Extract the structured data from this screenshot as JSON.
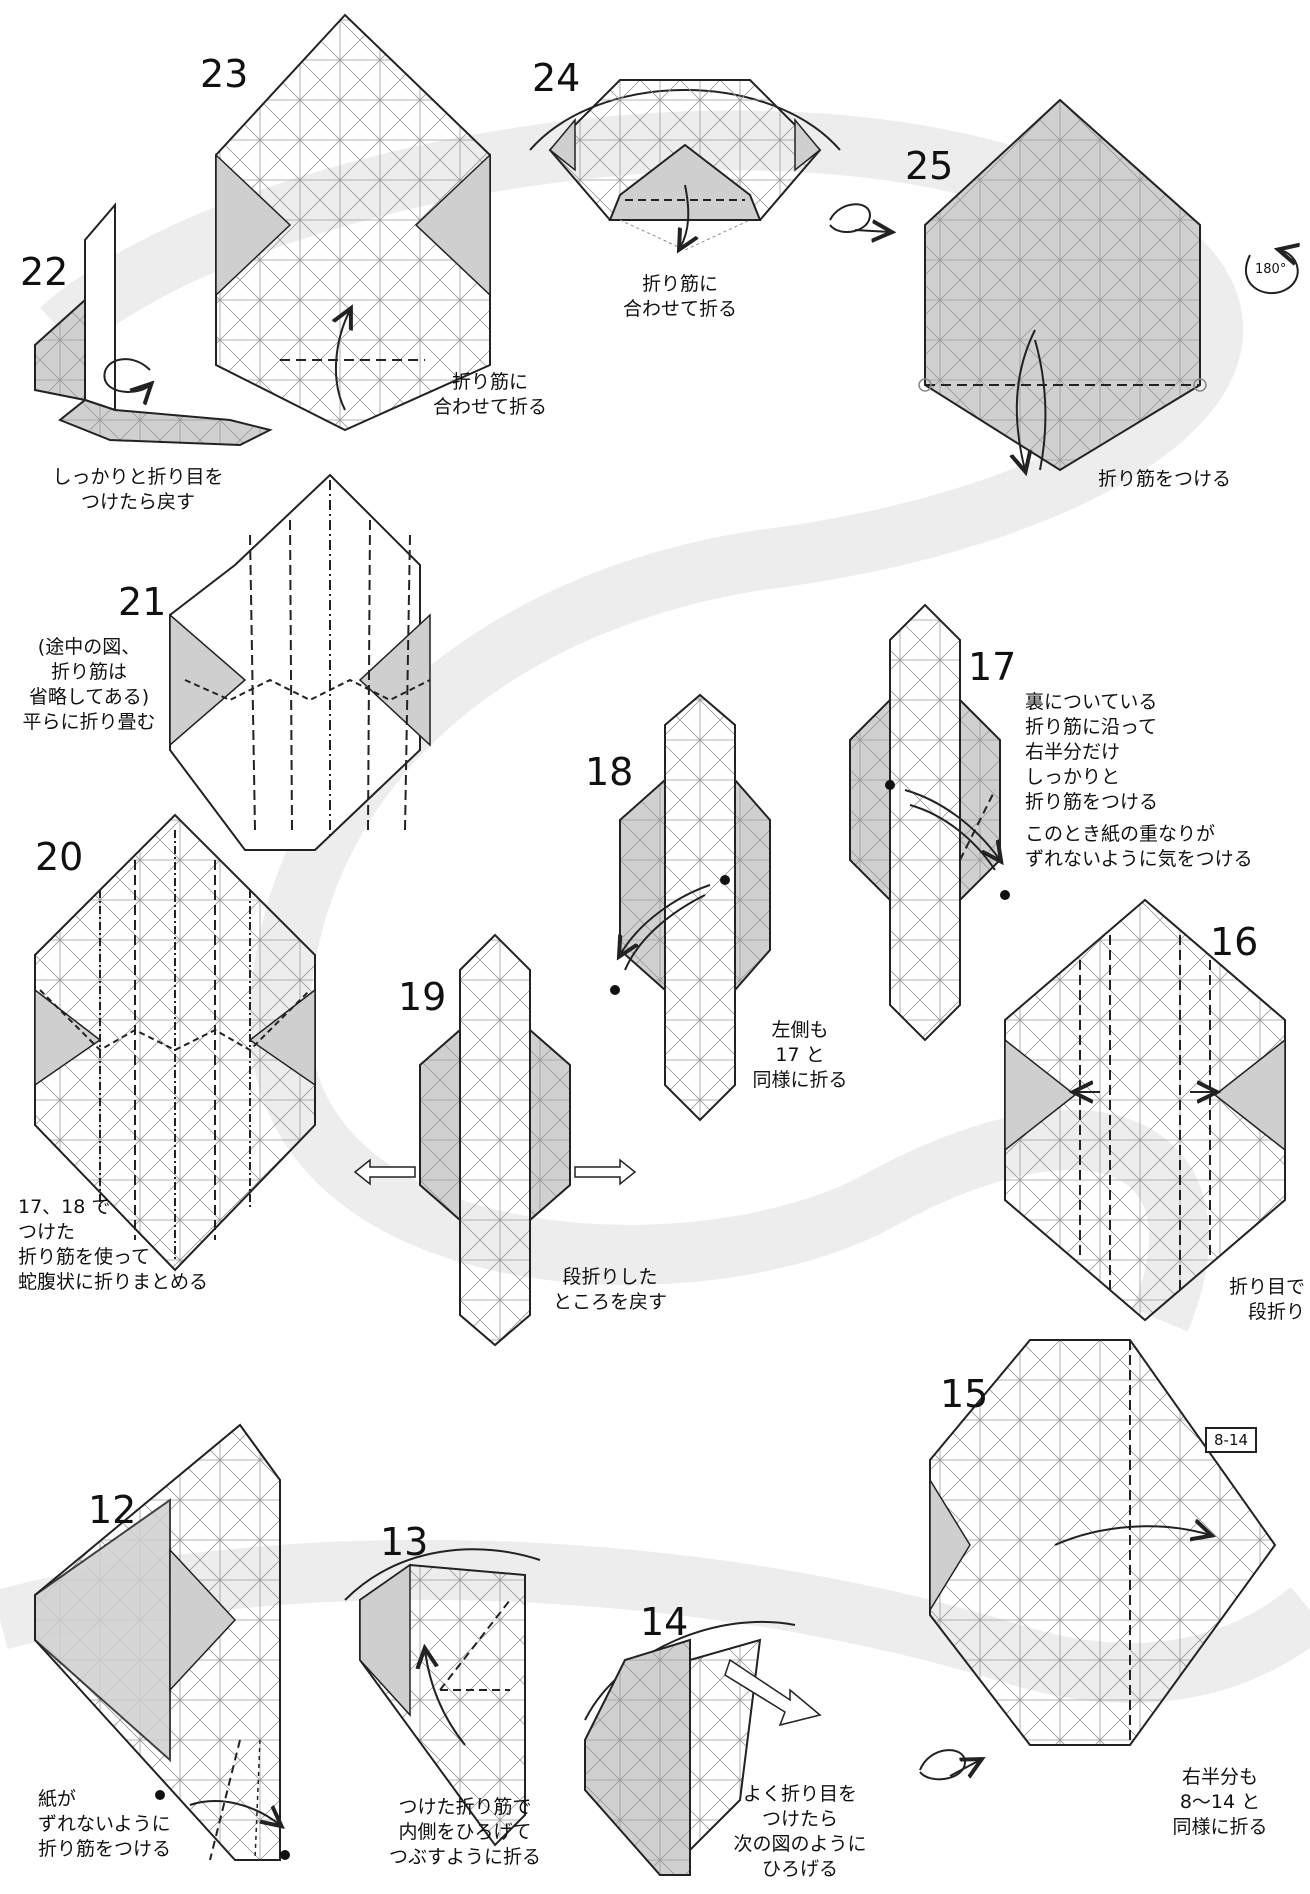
{
  "steps": [
    {
      "num": "22",
      "caption": "しっかりと折り目を\nつけたら戻す"
    },
    {
      "num": "23",
      "caption": "折り筋に\n合わせて折る"
    },
    {
      "num": "24",
      "caption": "折り筋に\n合わせて折る"
    },
    {
      "num": "25",
      "caption": "折り筋をつける",
      "rotate_label": "180°"
    },
    {
      "num": "21",
      "caption": "(途中の図、\n折り筋は\n省略してある)\n平らに折り畳む"
    },
    {
      "num": "20",
      "caption": "17、18 で\nつけた\n折り筋を使って\n蛇腹状に折りまとめる"
    },
    {
      "num": "19",
      "caption": "段折りした\nところを戻す"
    },
    {
      "num": "18",
      "caption": "左側も\n17 と\n同様に折る"
    },
    {
      "num": "17",
      "caption": "裏についている\n折り筋に沿って\n右半分だけ\nしっかりと\n折り筋をつける",
      "note": "このとき紙の重なりが\nずれないように気をつける"
    },
    {
      "num": "16",
      "caption": "折り目で\n段折り"
    },
    {
      "num": "15",
      "caption": "右半分も\n8〜14 と\n同様に折る",
      "ref": "8-14"
    },
    {
      "num": "12",
      "caption": "紙が\nずれないように\n折り筋をつける"
    },
    {
      "num": "13",
      "caption": "つけた折り筋で\n内側をひろげて\nつぶすように折る"
    },
    {
      "num": "14",
      "caption": "よく折り目を\nつけたら\n次の図のように\nひろげる"
    }
  ],
  "colors": {
    "paper": "#ffffff",
    "shade": "#cfcfcf",
    "line": "#222222",
    "crease": "#8a8a8a",
    "band": "#ececec"
  }
}
